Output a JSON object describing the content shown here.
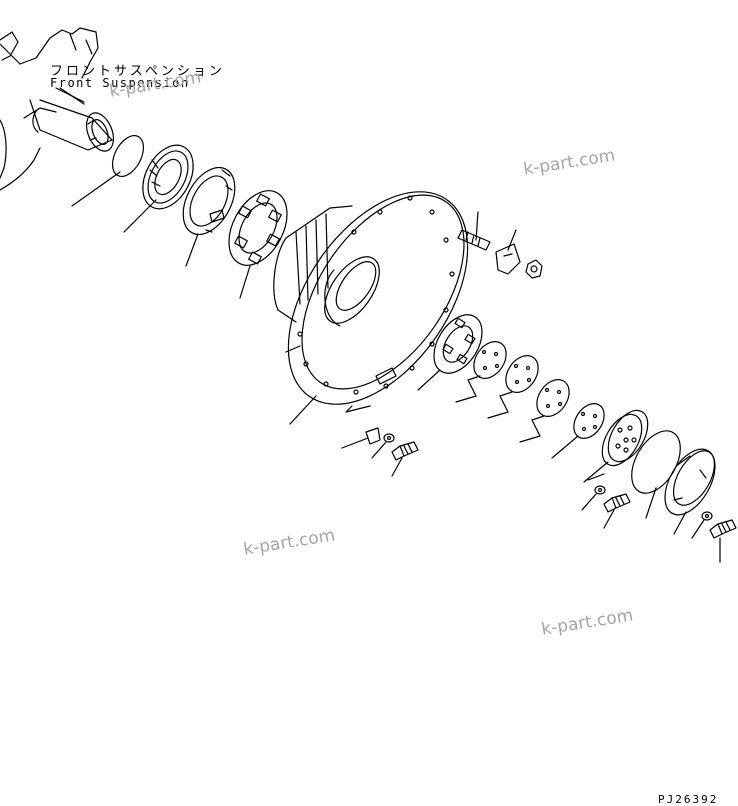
{
  "labels": {
    "front_suspension_jp": "フロントサスペンション",
    "front_suspension_en": "Front Suspension"
  },
  "watermarks": [
    "k-part.com",
    "k-part.com",
    "k-part.com",
    "k-part.com"
  ],
  "figure_code": "PJ26392"
}
